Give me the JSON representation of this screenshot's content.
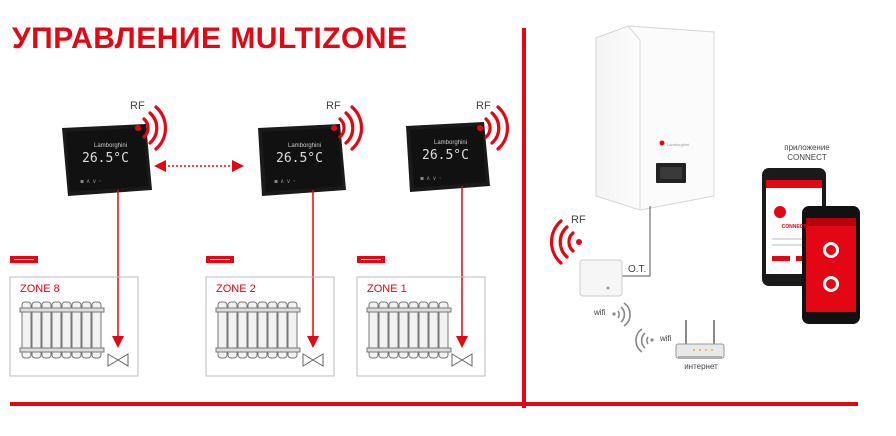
{
  "title": "УПРАВЛЕНИЕ MULTIZONE",
  "thermostat_reading": "26.5°C",
  "rf_label": "RF",
  "zones": [
    {
      "label": "ZONE 8"
    },
    {
      "label": "ZONE 2"
    },
    {
      "label": "ZONE 1"
    }
  ],
  "ot_label": "O.T.",
  "wifi_label": "wifi",
  "router_label": "интернет",
  "app_label_line1": "приложение",
  "app_label_line2": "CONNECT",
  "phone_app_name": "CONNECT",
  "colors": {
    "accent": "#e30613",
    "device_dark": "#1a1a1a",
    "line_grey": "#555555"
  }
}
